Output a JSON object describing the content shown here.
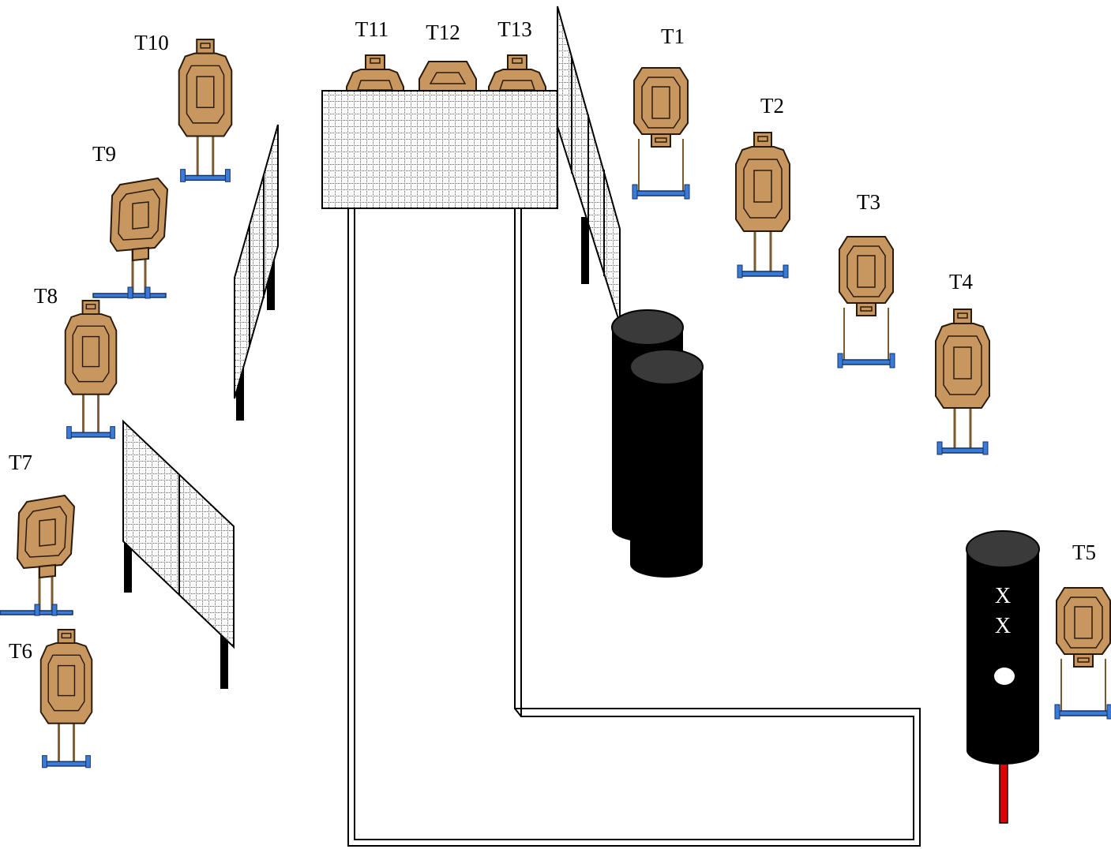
{
  "targets": [
    {
      "id": "T1",
      "label": "T1"
    },
    {
      "id": "T2",
      "label": "T2"
    },
    {
      "id": "T3",
      "label": "T3"
    },
    {
      "id": "T4",
      "label": "T4"
    },
    {
      "id": "T5",
      "label": "T5"
    },
    {
      "id": "T6",
      "label": "T6"
    },
    {
      "id": "T7",
      "label": "T7"
    },
    {
      "id": "T8",
      "label": "T8"
    },
    {
      "id": "T9",
      "label": "T9"
    },
    {
      "id": "T10",
      "label": "T10"
    },
    {
      "id": "T11",
      "label": "T11"
    },
    {
      "id": "T12",
      "label": "T12"
    },
    {
      "id": "T13",
      "label": "T13"
    }
  ],
  "barrel_marks": [
    "X",
    "X"
  ],
  "colors": {
    "target_fill": "#C8965F",
    "target_stroke": "#5a3a1a",
    "stand_blue": "#3A7BD5",
    "barrel": "#000000",
    "barrel_top": "#3a3a3a",
    "fault_line": "#000000",
    "start_marker": "#E00000"
  }
}
